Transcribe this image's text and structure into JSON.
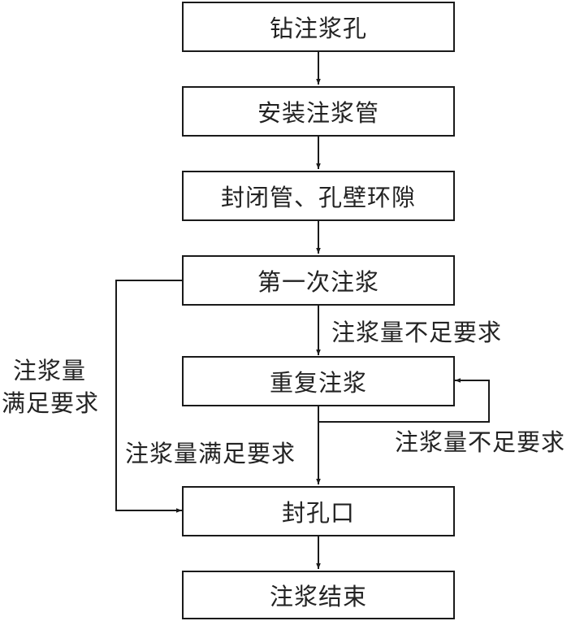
{
  "steps": {
    "drill": "钻注浆孔",
    "install": "安装注浆管",
    "seal_gap": "封闭管、孔壁环隙",
    "first_grout": "第一次注浆",
    "repeat_grout": "重复注浆",
    "seal_hole": "封孔口",
    "end": "注浆结束"
  },
  "conditions": {
    "insufficient_first": "注浆量不足要求",
    "insufficient_repeat": "注浆量不足要求",
    "sufficient_repeat": "注浆量满足要求",
    "sufficient_first_line1": "注浆量",
    "sufficient_first_line2": "满足要求"
  },
  "colors": {
    "line": "#1a1a1a",
    "text": "#222222",
    "background": "#ffffff"
  }
}
